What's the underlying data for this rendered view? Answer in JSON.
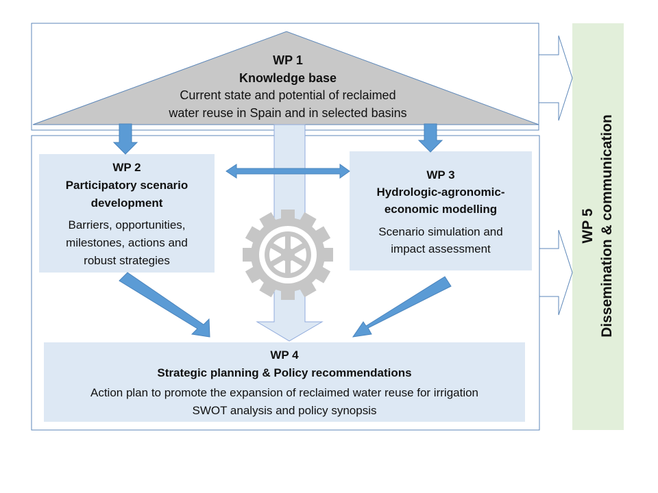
{
  "wp1": {
    "id": "WP 1",
    "title": "Knowledge base",
    "line1": "Current state and potential of reclaimed",
    "line2": "water reuse in Spain and in selected basins"
  },
  "wp2": {
    "id": "WP 2",
    "title1": "Participatory  scenario",
    "title2": "development",
    "line1": "Barriers, opportunities,",
    "line2": "milestones, actions and",
    "line3": "robust strategies"
  },
  "wp3": {
    "id": "WP 3",
    "title1": "Hydrologic-agronomic-",
    "title2": "economic modelling",
    "line1": "Scenario simulation and",
    "line2": "impact assessment"
  },
  "wp4": {
    "id": "WP 4",
    "title": "Strategic planning  & Policy recommendations",
    "line1": "Action plan to promote the expansion of reclaimed water reuse for irrigation",
    "line2": "SWOT analysis and policy synopsis"
  },
  "wp5": {
    "id": "WP 5",
    "title": "Dissemination & communication"
  },
  "colors": {
    "roof": "#c8c8c8",
    "box_fill": "#dde8f4",
    "frame": "#5b86b8",
    "arrow": "#5b9bd5",
    "wp5_fill": "#e2efda",
    "gear": "#c6c6c6"
  }
}
